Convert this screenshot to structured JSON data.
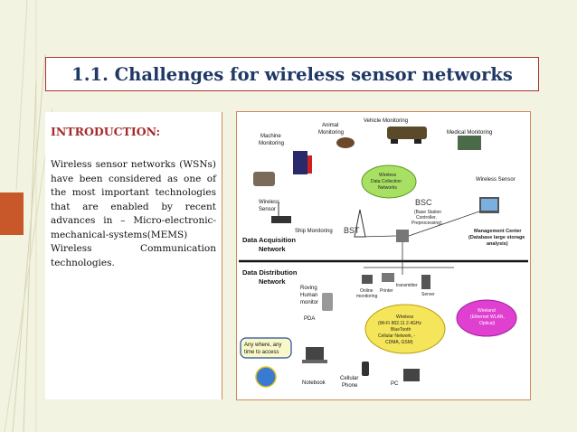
{
  "slide": {
    "title": "1.1. Challenges for wireless sensor networks",
    "intro_heading": "INTRODUCTION:",
    "intro_body": "Wireless sensor networks (WSNs) have been considered as one of the most important technologies that are enabled by recent advances in – Micro-electronic-mechanical-systems(MEMS) Wireless Communication technologies.",
    "colors": {
      "title": "#1f3864",
      "heading": "#a52a2a",
      "accent": "#c8572a",
      "background": "#f2f3e0"
    }
  },
  "diagram": {
    "labels": {
      "machine_monitoring": [
        "Machine",
        "Monitoring"
      ],
      "animal_monitoring": [
        "Animal",
        "Monitoring"
      ],
      "vehicle_monitoring": "Vehicle Monitoring",
      "medical_monitoring": "Medical Monitoring",
      "wireless_sensor_right": "Wireless Sensor",
      "wireless_sensor_left": [
        "Wireless",
        "Sensor"
      ],
      "wireless_data_collection": [
        "Wireless",
        "Data Collection",
        "Networks"
      ],
      "bsc": "BSC",
      "bsc_detail": [
        "(Base Station",
        "Controller,",
        "Preprocessing)"
      ],
      "ship_monitoring": "Ship Monitoring",
      "bst": "BST",
      "management_center": [
        "Management Center",
        "(Database large storage",
        "analysis)"
      ],
      "data_acquisition": [
        "Data Acquisition",
        "Network"
      ],
      "data_distribution": [
        "Data Distribution",
        "Network"
      ],
      "online_monitoring": [
        "Online",
        "monitoring"
      ],
      "printer": "Printer",
      "transmitter": "transmitter",
      "server": "Server",
      "roving_human_monitor": [
        "Roving",
        "Human",
        "monitor"
      ],
      "pda": "PDA",
      "wireless_cloud": [
        "Wireless",
        "(Wi-Fi 802.11 2.4GHz",
        "BlueTooth",
        "Cellular Network, -",
        "CDMA, GSM)"
      ],
      "wired_cloud": [
        "Wireland",
        "(Ethernet WLAN,",
        "Optical)"
      ],
      "anywhere": [
        "Any where, any",
        "time to access"
      ],
      "notebook": "Notebook",
      "cellular_phone": [
        "Cellular",
        "Phone"
      ],
      "pc": "PC"
    }
  }
}
